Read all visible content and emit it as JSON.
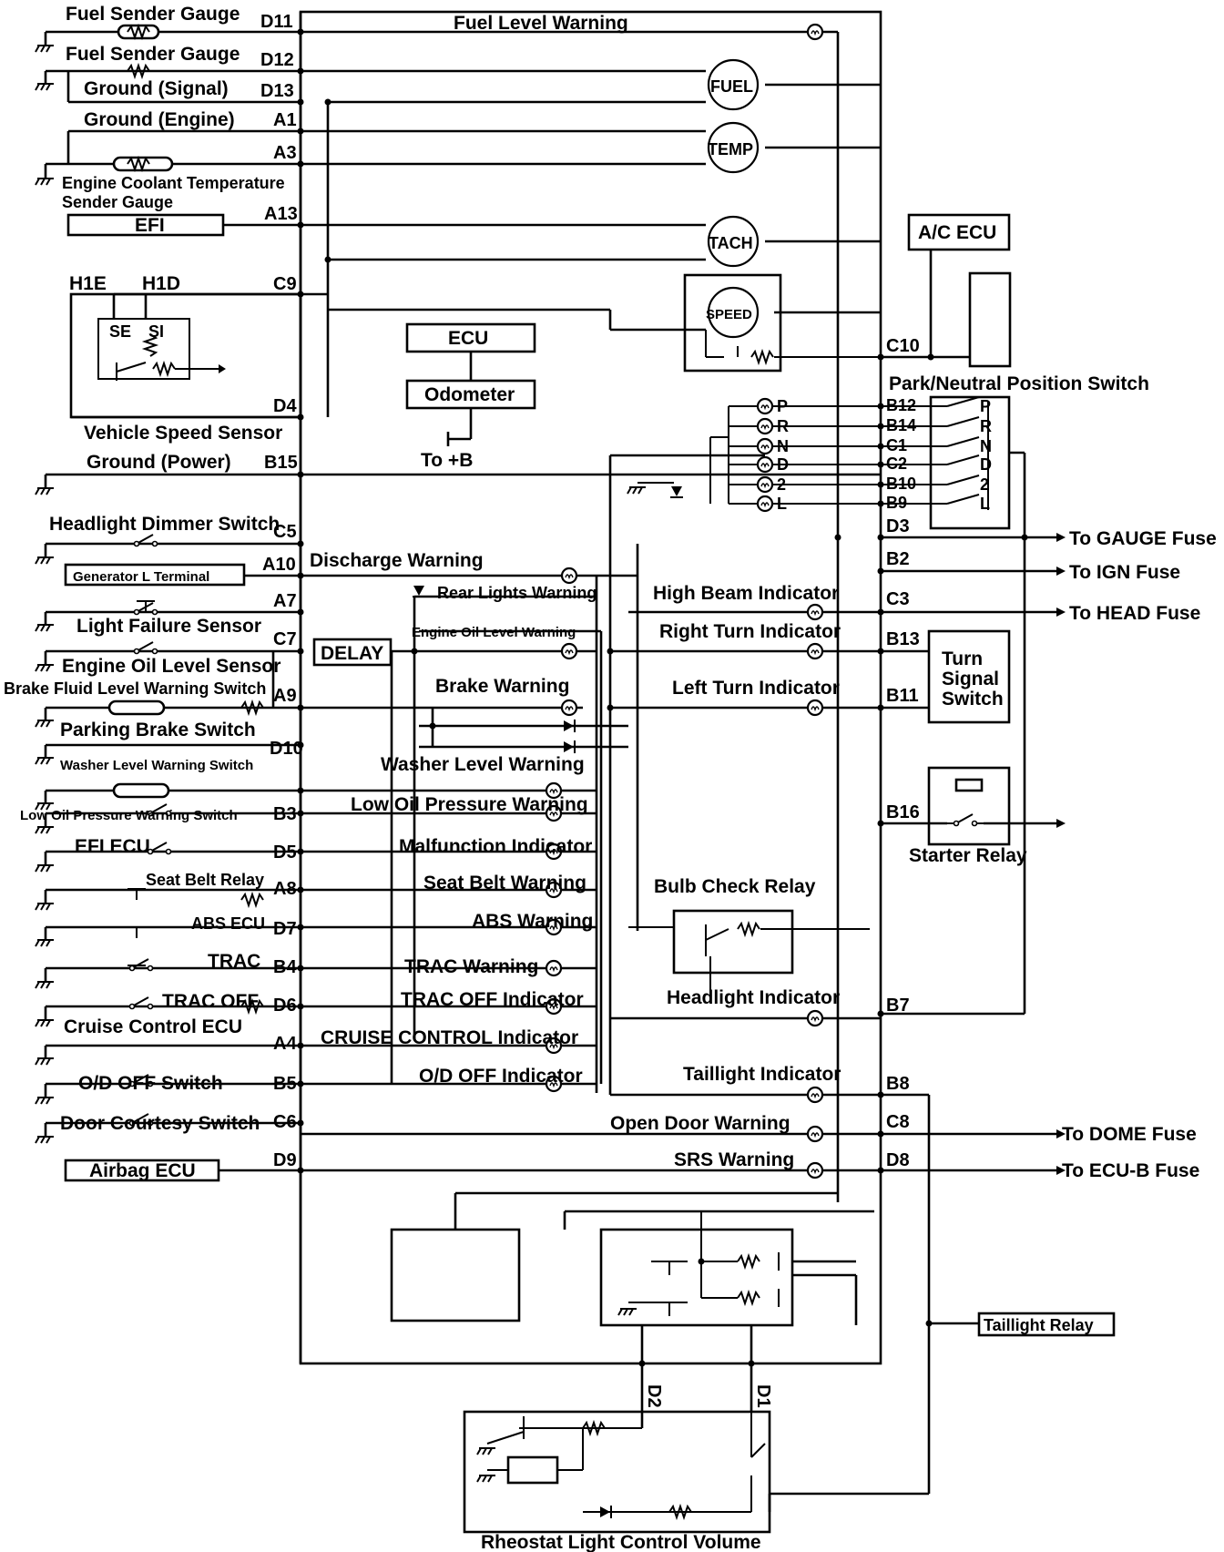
{
  "left_labels": {
    "fuel_sender_1": "Fuel Sender Gauge",
    "fuel_sender_2": "Fuel Sender Gauge",
    "ground_signal": "Ground (Signal)",
    "ground_engine": "Ground (Engine)",
    "coolant_1": "Engine Coolant Temperature",
    "coolant_2": "Sender Gauge",
    "efi": "EFI",
    "h1e": "H1E",
    "h1d": "H1D",
    "se": "SE",
    "si": "SI",
    "vss": "Vehicle Speed Sensor",
    "ground_power": "Ground (Power)",
    "headlight_dimmer": "Headlight Dimmer Switch",
    "gen_l": "Generator L Terminal",
    "light_failure": "Light Failure Sensor",
    "oil_level_sensor": "Engine Oil Level Sensor",
    "brake_fluid": "Brake Fluid Level Warning Switch",
    "parking_brake": "Parking Brake Switch",
    "washer_switch": "Washer Level Warning Switch",
    "low_oil_switch": "Low Oil Pressure Warning Switch",
    "efi_ecu": "EFI ECU",
    "seat_belt_relay": "Seat Belt Relay",
    "abs_ecu": "ABS ECU",
    "trac": "TRAC",
    "trac_off": "TRAC OFF",
    "cruise_ecu": "Cruise Control ECU",
    "od_off_switch": "O/D OFF Switch",
    "door_courtesy": "Door Courtesy Switch",
    "airbag_ecu": "Airbag ECU"
  },
  "pins": {
    "D11": "D11",
    "D12": "D12",
    "D13": "D13",
    "A1": "A1",
    "A3": "A3",
    "A13": "A13",
    "C9": "C9",
    "D4": "D4",
    "B15": "B15",
    "C5": "C5",
    "A10": "A10",
    "A7": "A7",
    "C7": "C7",
    "A9": "A9",
    "D10": "D10",
    "B3": "B3",
    "D5": "D5",
    "A8": "A8",
    "D7": "D7",
    "B4": "B4",
    "D6": "D6",
    "A4": "A4",
    "B5": "B5",
    "C6": "C6",
    "D9": "D9",
    "C10": "C10",
    "B12": "B12",
    "B14": "B14",
    "C1": "C1",
    "C2": "C2",
    "B10": "B10",
    "B9": "B9",
    "D3": "D3",
    "B2": "B2",
    "C3": "C3",
    "B13": "B13",
    "B11": "B11",
    "B16": "B16",
    "B7": "B7",
    "B8": "B8",
    "C8": "C8",
    "D8": "D8",
    "D2": "D2",
    "D1": "D1"
  },
  "gauges": {
    "fuel": "FUEL",
    "temp": "TEMP",
    "tach": "TACH",
    "speed": "SPEED"
  },
  "center": {
    "ecu": "ECU",
    "odometer": "Odometer",
    "to_b": "To +B",
    "delay": "DELAY"
  },
  "warnings": {
    "fuel_level": "Fuel Level Warning",
    "discharge": "Discharge Warning",
    "rear_lights": "Rear Lights Warning",
    "oil_level": "Engine Oil Level Warning",
    "brake": "Brake Warning",
    "washer": "Washer Level Warning",
    "low_oil": "Low Oil Pressure Warning",
    "malfunction": "Malfunction Indicator",
    "seat_belt": "Seat Belt Warning",
    "abs": "ABS Warning",
    "trac": "TRAC Warning",
    "trac_off": "TRAC OFF Indicator",
    "cruise": "CRUISE CONTROL Indicator",
    "od_off": "O/D OFF Indicator",
    "high_beam": "High Beam Indicator",
    "right_turn": "Right Turn Indicator",
    "left_turn": "Left Turn Indicator",
    "headlight": "Headlight Indicator",
    "taillight": "Taillight Indicator",
    "open_door": "Open Door Warning",
    "srs": "SRS Warning"
  },
  "right": {
    "ac_ecu": "A/C ECU",
    "pn_switch": "Park/Neutral Position Switch",
    "gears": [
      "P",
      "R",
      "N",
      "D",
      "2",
      "L"
    ],
    "to_gauge": "To GAUGE Fuse",
    "to_ign": "To IGN Fuse",
    "to_head": "To HEAD Fuse",
    "turn_1": "Turn",
    "turn_2": "Signal",
    "turn_3": "Switch",
    "starter": "Starter Relay",
    "bulb_check": "Bulb Check Relay",
    "to_dome": "To DOME Fuse",
    "to_ecub": "To ECU-B Fuse",
    "taillight_relay": "Taillight Relay",
    "rheostat": "Rheostat Light Control Volume"
  }
}
